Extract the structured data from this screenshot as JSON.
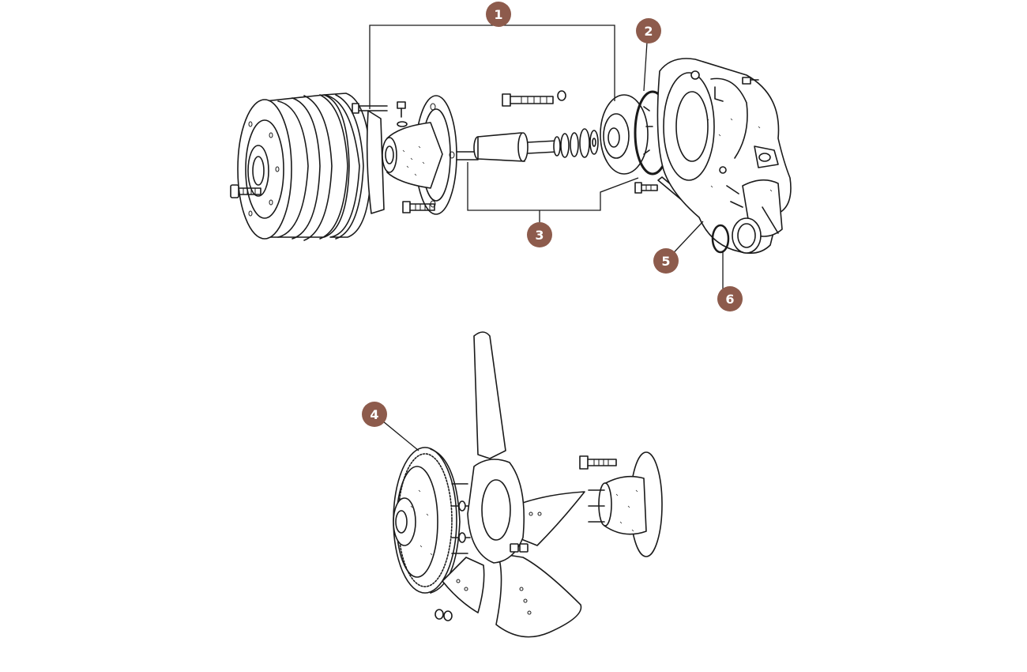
{
  "callouts": {
    "c1": "1",
    "c2": "2",
    "c3": "3",
    "c4": "4",
    "c5": "5",
    "c6": "6"
  },
  "colors": {
    "badge": "#8d5b4c",
    "ink": "#1a1a1a",
    "background": "#ffffff"
  }
}
